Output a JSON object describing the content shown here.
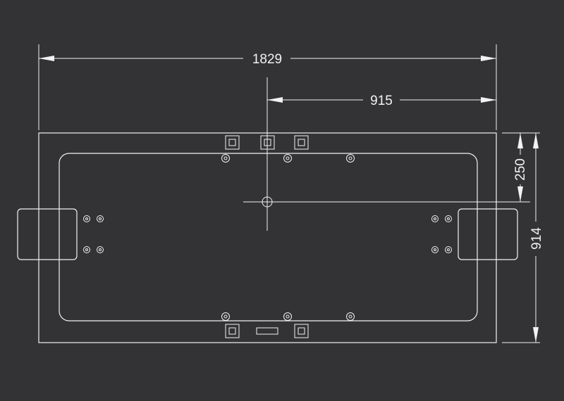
{
  "dimensions": {
    "overall_length": "1829",
    "half_length": "915",
    "drain_offset": "250",
    "overall_width": "914"
  },
  "colors": {
    "background": "#333335",
    "line": "#f2f2f2"
  },
  "features": {
    "top_jets": 3,
    "bottom_jets": 3,
    "top_controls": 3,
    "bottom_controls": 2,
    "bottom_slot": 1,
    "headrests": 2,
    "side_jets_per_end": 4,
    "drain": 1
  }
}
